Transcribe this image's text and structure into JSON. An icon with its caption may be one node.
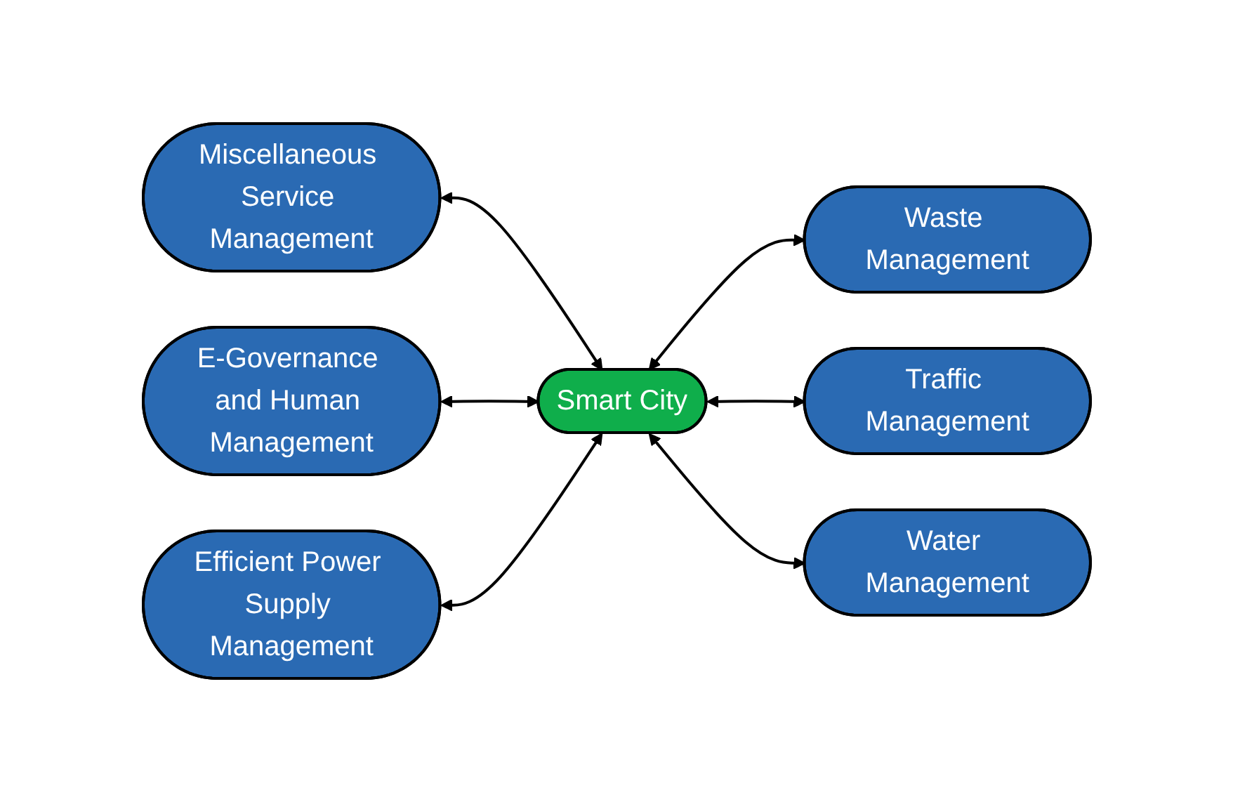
{
  "diagram": {
    "nodes": [
      {
        "text": [
          "Miscellaneous Service Management"
        ]
      },
      {
        "text": [
          "Waste Management"
        ]
      },
      {
        "text": [
          "E-Governance and Human Management"
        ]
      },
      {
        "text": [
          "Smart City"
        ]
      },
      {
        "text": [
          "Traffic Management"
        ]
      },
      {
        "text": [
          "Efficient Power Supply Management"
        ]
      },
      {
        "text": [
          "Water Management"
        ]
      }
    ],
    "edges": [
      {
        "from": 0,
        "to": 3,
        "arrow": "both"
      },
      {
        "from": 3,
        "to": 1,
        "arrow": "both"
      },
      {
        "from": 2,
        "to": 3,
        "arrow": "both"
      },
      {
        "from": 3,
        "to": 4,
        "arrow": "both"
      },
      {
        "from": 5,
        "to": 3,
        "arrow": "both"
      },
      {
        "from": 3,
        "to": 6,
        "arrow": "both"
      }
    ]
  }
}
